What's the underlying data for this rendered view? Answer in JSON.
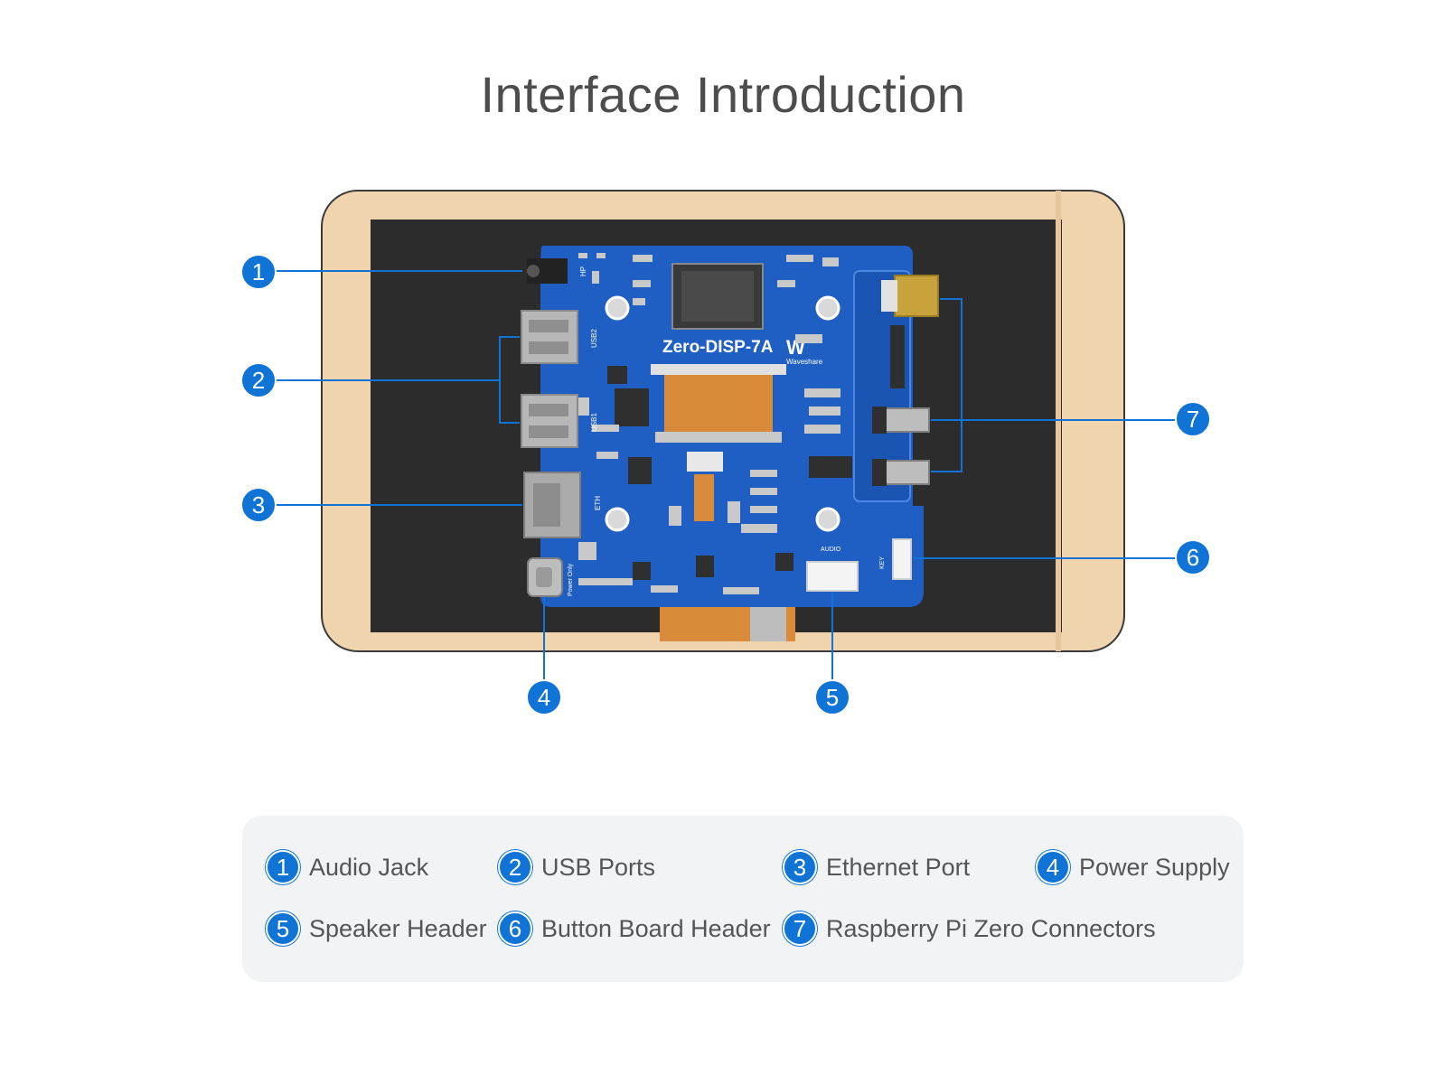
{
  "title": "Interface Introduction",
  "board": {
    "model": "Zero-DISP-7A",
    "brand": "Waveshare",
    "silk_hp": "HP",
    "silk_usb2": "USB2",
    "silk_usb1": "USB1",
    "silk_eth": "ETH",
    "silk_power": "Power Only",
    "silk_audio": "AUDIO",
    "silk_key": "KEY"
  },
  "callouts": [
    {
      "num": "1",
      "label": "Audio Jack"
    },
    {
      "num": "2",
      "label": "USB Ports"
    },
    {
      "num": "3",
      "label": "Ethernet Port"
    },
    {
      "num": "4",
      "label": "Power Supply"
    },
    {
      "num": "5",
      "label": "Speaker Header"
    },
    {
      "num": "6",
      "label": "Button Board Header"
    },
    {
      "num": "7",
      "label": "Raspberry Pi Zero Connectors"
    }
  ],
  "colors": {
    "accent": "#0f74d6",
    "pcb": "#1f5fc4",
    "frame": "#f0d4ad",
    "screen": "#2c2c2c"
  }
}
